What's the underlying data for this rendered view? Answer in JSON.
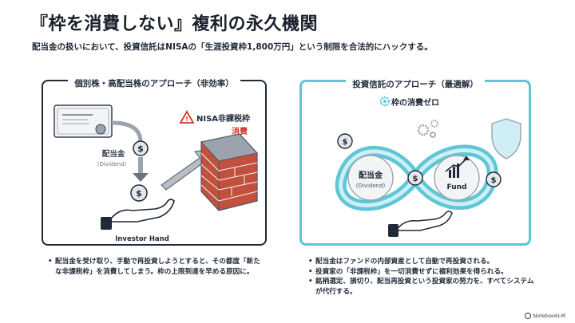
{
  "title": "『枠を消費しない』複利の永久機関",
  "subtitle": "配当金の扱いにおいて、投資信託はNISAの「生涯投資枠1,800万円」という制限を合法的にハックする。",
  "left_panel": {
    "heading": "個別株・高配当株のアプローチ（非効率）",
    "dividend_label": "配当金",
    "dividend_sub": "(Dividend)",
    "hand_label": "Investor Hand",
    "warning_label": "NISA非課税枠",
    "consume_label": "消費",
    "coin_symbol": "$"
  },
  "right_panel": {
    "heading": "投資信託のアプローチ（最適解）",
    "zero_label": "枠の消費ゼロ",
    "dividend_label": "配当金",
    "dividend_sub": "(Dividend)",
    "fund_label": "Fund",
    "coin_symbol": "$"
  },
  "left_notes": [
    "配当金を受け取り、手動で再投資しようとすると、その都度「新たな非課税枠」を消費してしまう。枠の上限到達を早める原因に。"
  ],
  "right_notes": [
    "配当金はファンドの内部資産として自動で再投資される。",
    "投資家の「非課税枠」を一切消費せずに複利効果を得られる。",
    "銘柄選定、損切り、配当再投資という投資家の努力を、すべてシステムが代行する。"
  ],
  "footer": "NotebookLM",
  "colors": {
    "accent": "#5fc6d6",
    "brick": "#c2503d",
    "warning": "#d23a2a",
    "dark": "#1f2937"
  }
}
